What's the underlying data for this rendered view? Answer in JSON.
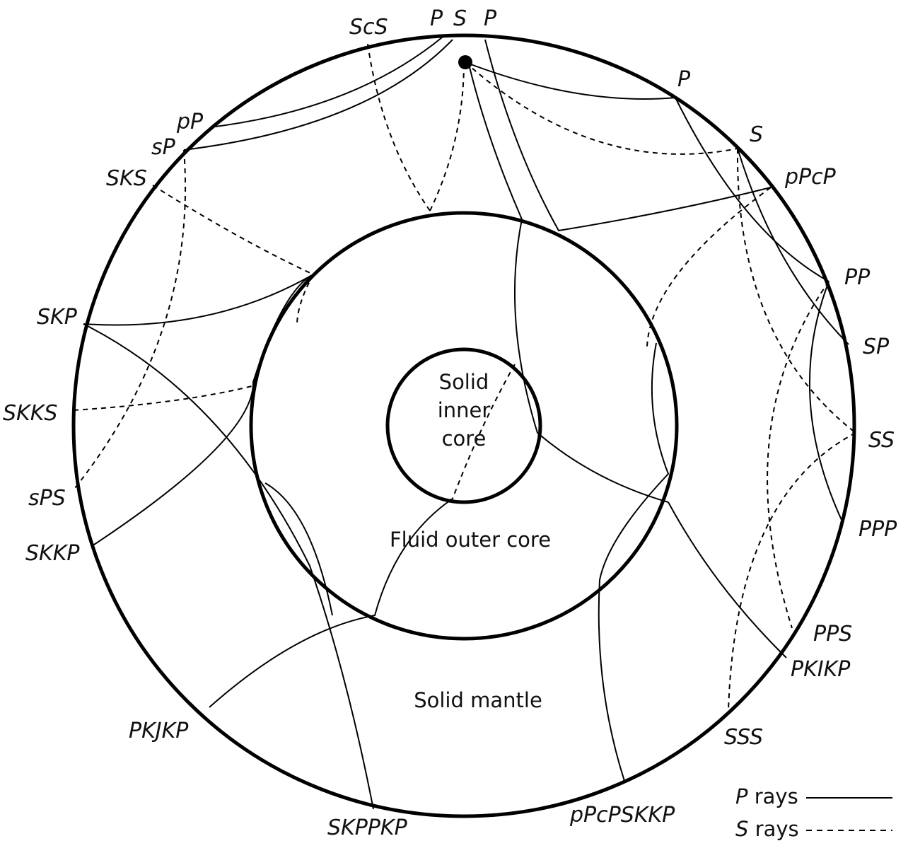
{
  "regions": {
    "inner_core": [
      "Solid",
      "inner",
      "core"
    ],
    "outer_core": "Fluid outer core",
    "mantle": "Solid mantle"
  },
  "source_labels": {
    "p_left": "P",
    "s": "S",
    "p_right": "P"
  },
  "phases": {
    "scs": "ScS",
    "pp_depth": "pP",
    "sp_depth": "sP",
    "sks": "SKS",
    "skp": "SKP",
    "skks": "SKKS",
    "sps": "sPS",
    "skkp": "SKKP",
    "pkjkp": "PKJKP",
    "skppkp": "SKPPKP",
    "ppcpskkp": "pPcPSKKP",
    "sss": "SSS",
    "pkikp": "PKIKP",
    "pps": "PPS",
    "ppp": "PPP",
    "ss": "SS",
    "sp": "SP",
    "pp": "PP",
    "ppcp": "pPcP",
    "s_direct": "S",
    "p_direct": "P"
  },
  "legend": {
    "p_rays": {
      "symbol": "P",
      "text": " rays",
      "style": "solid"
    },
    "s_rays": {
      "symbol": "S",
      "text": " rays",
      "style": "dashed"
    }
  }
}
